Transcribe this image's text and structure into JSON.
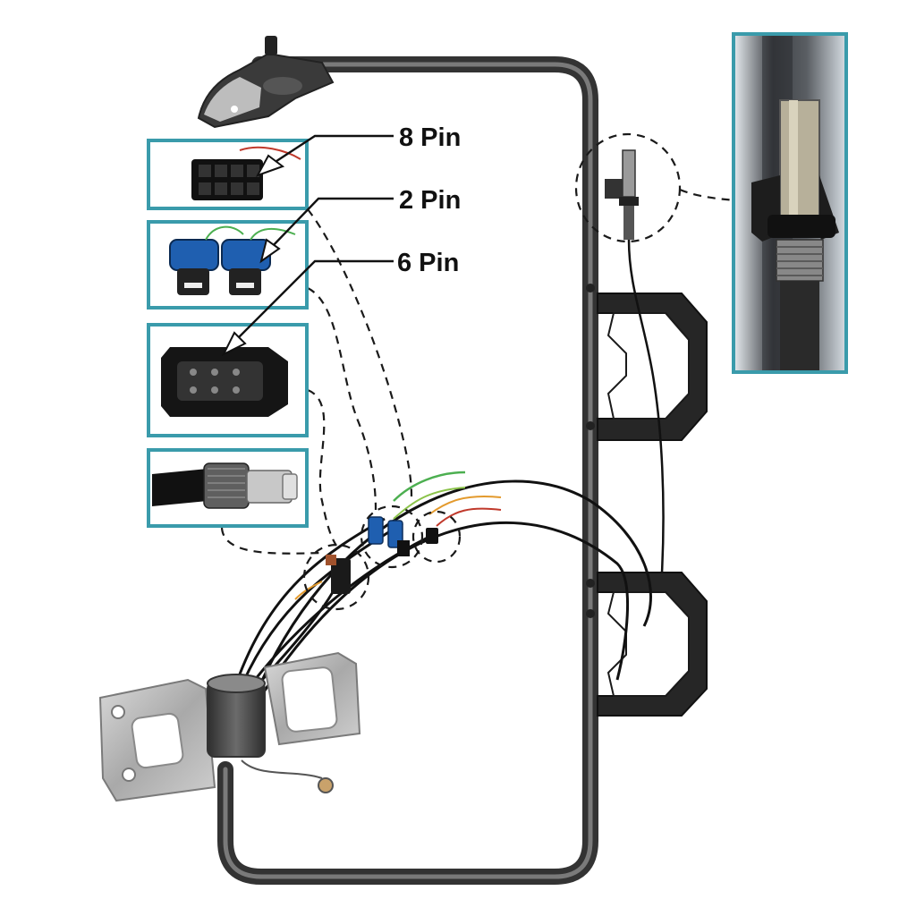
{
  "labels": {
    "pin8": "8 Pin",
    "pin2": "2 Pin",
    "pin6": "6 Pin"
  },
  "colors": {
    "callout_border": "#3a9bab",
    "frame": "#4a4a4a",
    "connector_blue": "#1f5fb0",
    "wire_green": "#4caf50",
    "wire_orange": "#e39a2d",
    "wire_red": "#c0392b"
  },
  "icons": {
    "connector_8pin": "connector-8pin-icon",
    "connector_2pin": "connector-2pin-icon",
    "connector_6pin": "connector-6pin-icon",
    "coax_connector": "coax-connector-icon",
    "antenna_stud": "antenna-stud-icon"
  }
}
